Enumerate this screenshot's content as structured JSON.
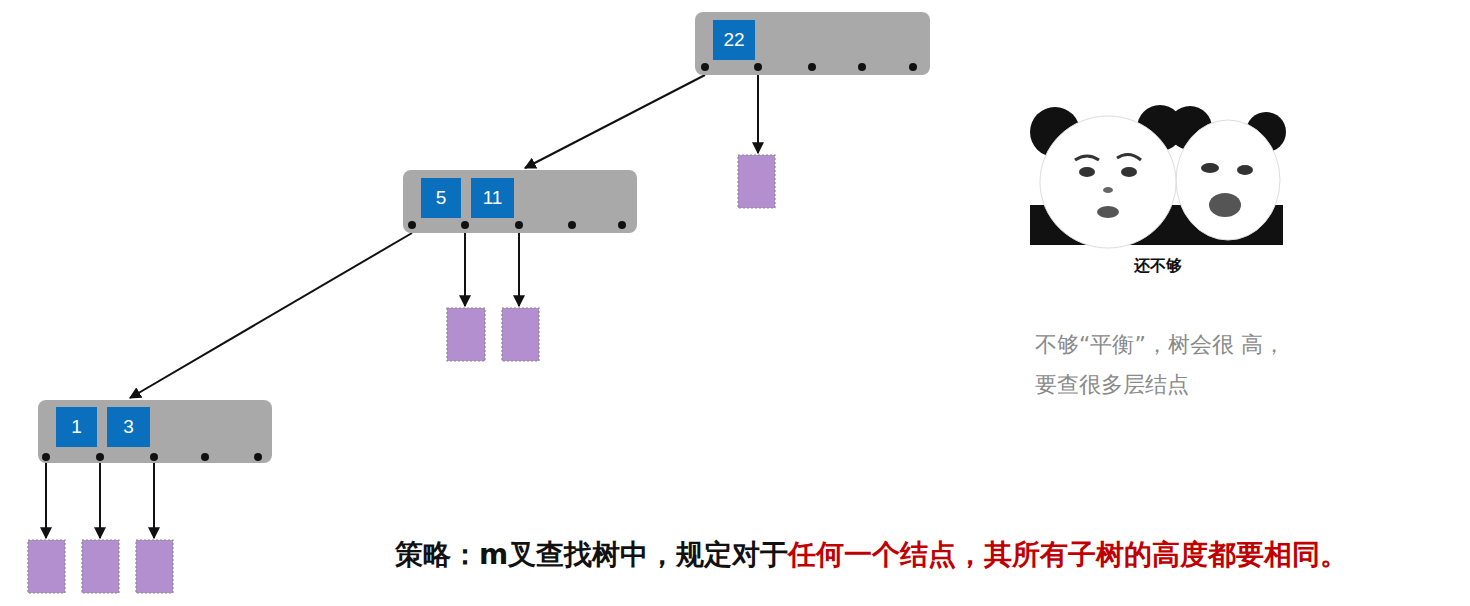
{
  "diagram": {
    "nodes": [
      {},
      {
        "text": [
          "22"
        ],
        "in": 0
      },
      {},
      {
        "text": [
          "5"
        ],
        "in": 2
      },
      {
        "text": [
          "11"
        ],
        "in": 2
      },
      {},
      {
        "text": [
          "1"
        ],
        "in": 5
      },
      {
        "text": [
          "3"
        ],
        "in": 5
      }
    ],
    "edges": [
      {
        "from": 0,
        "to": 2,
        "arrow": "to"
      },
      {
        "from": 2,
        "to": 5,
        "arrow": "to"
      }
    ],
    "labels": [
      "还不够",
      "不够“平衡”，树会很 高，要查很多层结点",
      "策略：m叉查找树中，规定对于",
      "任何一个结点，其所有子树的高度都要相同。"
    ]
  }
}
